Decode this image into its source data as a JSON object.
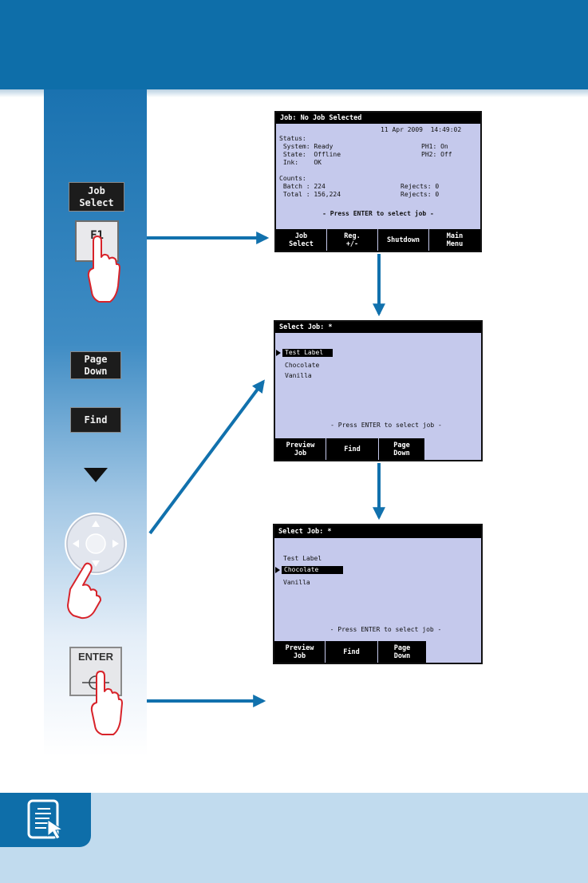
{
  "colors": {
    "brand_blue": "#0e6ea9",
    "lcd_bg": "#c5c9ec",
    "note_bg": "#c1dbee",
    "hand_red": "#d8232a"
  },
  "keys": {
    "job_select": [
      "Job",
      "Select"
    ],
    "f1": "F1",
    "page_down": [
      "Page",
      "Down"
    ],
    "find": "Find",
    "enter": "ENTER"
  },
  "screen1": {
    "title": "Job:  No Job Selected",
    "datetime": "11 Apr 2009  14:49:02",
    "lines": [
      "Status:",
      " System: Ready",
      " State:  Offline",
      " Ink:    OK",
      "Counts:",
      " Batch : 224",
      " Total : 156,224"
    ],
    "right": [
      "PH1: On",
      "PH2: Off",
      "Rejects: 0",
      "Rejects: 0"
    ],
    "prompt": "- Press ENTER to select job -",
    "softkeys": [
      [
        "Job",
        "Select"
      ],
      [
        "Reg.",
        "+/-"
      ],
      [
        "Shutdown"
      ],
      [
        "Main",
        "Menu"
      ]
    ]
  },
  "screen2": {
    "title": "Select Job: *",
    "jobs": [
      "Test Label",
      "Chocolate",
      "Vanilla"
    ],
    "selected_index": 0,
    "prompt": "- Press ENTER to select job -",
    "softkeys": [
      [
        "Preview",
        "Job"
      ],
      [
        "Find"
      ],
      [
        "Page",
        "Down"
      ]
    ]
  },
  "screen3": {
    "title": "Select Job: *",
    "jobs": [
      "Test Label",
      "Chocolate",
      "Vanilla"
    ],
    "selected_index": 1,
    "prompt": "- Press ENTER to select job -",
    "softkeys": [
      [
        "Preview",
        "Job"
      ],
      [
        "Find"
      ],
      [
        "Page",
        "Down"
      ]
    ]
  },
  "icons": {
    "hand": "pointing-hand-icon",
    "nav_pad": "navigation-pad-icon",
    "note": "document-pointer-icon"
  }
}
